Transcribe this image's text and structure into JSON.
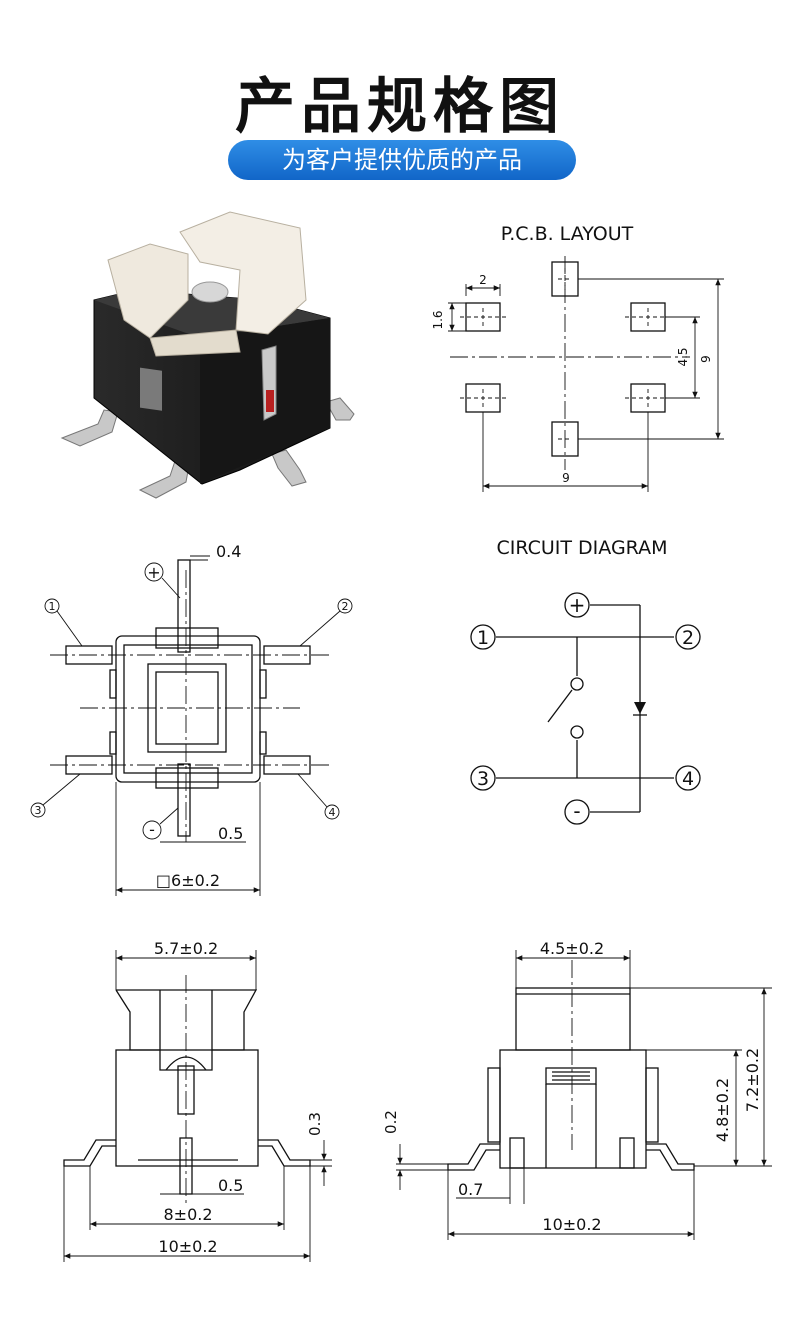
{
  "header": {
    "title": "产品规格图",
    "subtitle": "为客户提供优质的产品"
  },
  "pcb_layout": {
    "title": "P.C.B.  LAYOUT",
    "dims": {
      "pad_w": "2",
      "pad_h": "1.6",
      "inner_v": "4.5",
      "outer_v": "9",
      "outer_h": "9"
    }
  },
  "circuit": {
    "title": "CIRCUIT     DIAGRAM",
    "pins": {
      "p1": "1",
      "p2": "2",
      "p3": "3",
      "p4": "4",
      "plus": "+",
      "minus": "-"
    }
  },
  "top_view": {
    "pin_w": "0.4",
    "pin_w_bottom": "0.5",
    "body": "□6±0.2",
    "labels": {
      "p1": "1",
      "p2": "2",
      "p3": "3",
      "p4": "4",
      "plus": "+",
      "minus": "-"
    }
  },
  "front_view": {
    "top_w": "5.7±0.2",
    "lead_t": "0.3",
    "pin_w": "0.5",
    "span": "8±0.2",
    "total": "10±0.2"
  },
  "side_view": {
    "top_w": "4.5±0.2",
    "h_total": "7.2±0.2",
    "h_body": "4.8±0.2",
    "lead_t": "0.2",
    "pin_w": "0.7",
    "total": "10±0.2"
  },
  "colors": {
    "accent": "#1a73d9",
    "body": "#1c1c1c",
    "cap": "#efe9de"
  }
}
